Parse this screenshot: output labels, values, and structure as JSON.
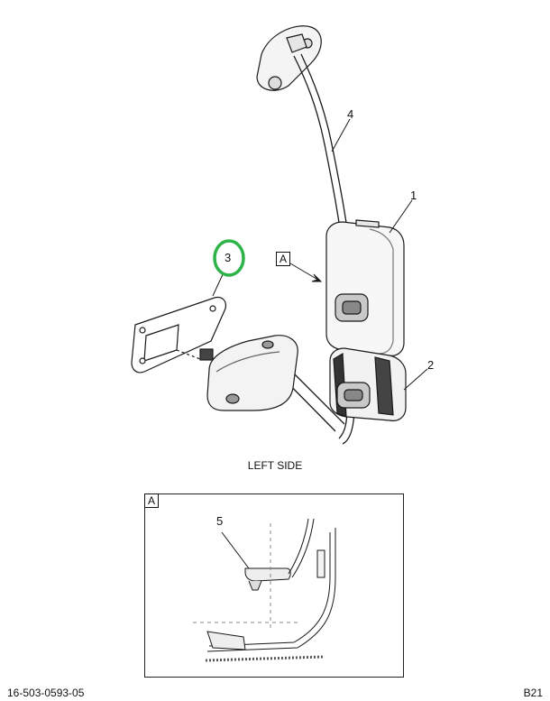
{
  "callouts": {
    "c1": "1",
    "c2": "2",
    "c3": "3",
    "c4": "4",
    "c5": "5"
  },
  "view_ref": {
    "label": "A"
  },
  "caption": "LEFT SIDE",
  "detail": {
    "label": "A"
  },
  "footer": {
    "part_number": "16-503-0593-05",
    "page_code": "B21"
  },
  "colors": {
    "highlight_circle": "#2db34a",
    "line": "#1a1a1a",
    "shade": "#9a9a9a"
  }
}
